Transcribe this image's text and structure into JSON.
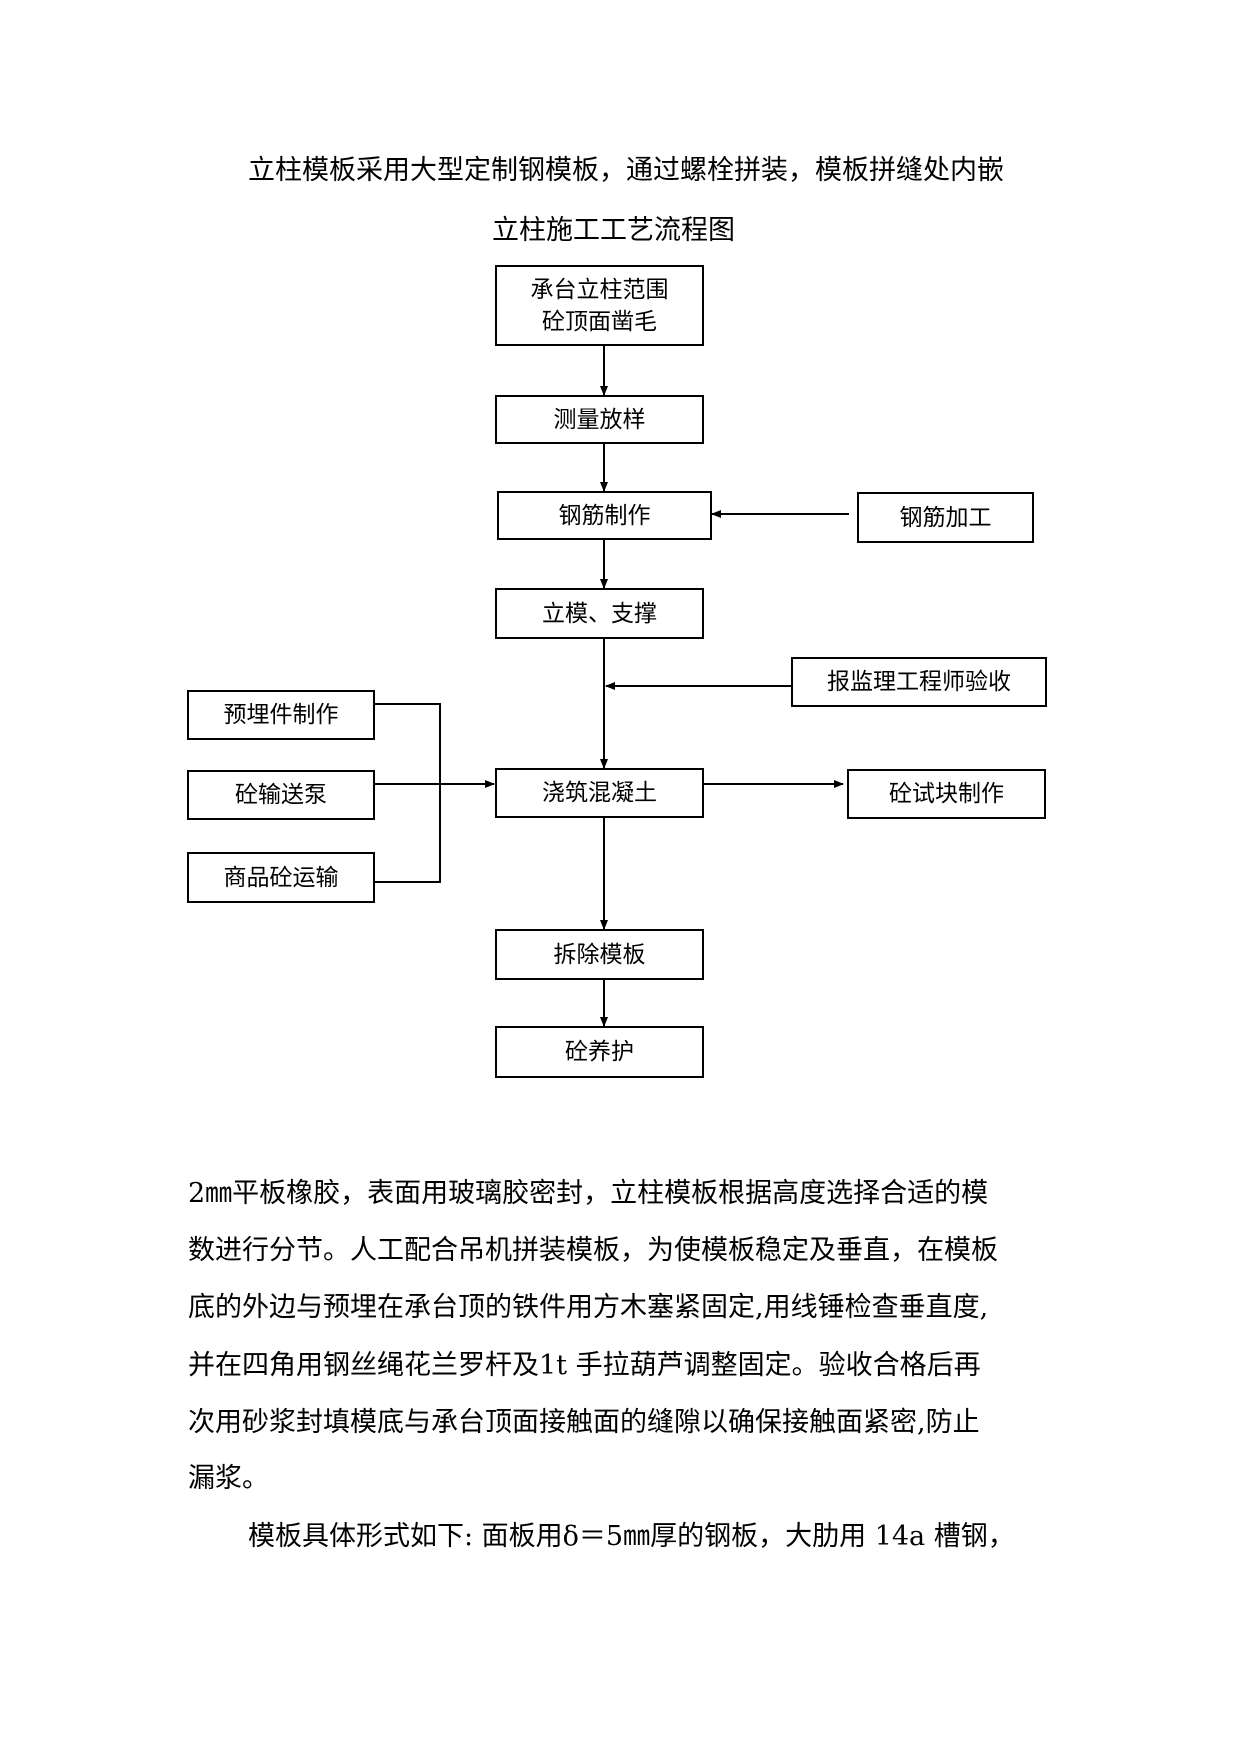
{
  "paragraph_intro": "立柱模板采用大型定制钢模板，通过螺栓拼装，模板拼缝处内嵌",
  "figure_caption": "立柱施工工艺流程图",
  "flowchart": {
    "boxes": {
      "b1": {
        "line1": "承台立柱范围",
        "line2": "砼顶面凿毛"
      },
      "b2": "测量放样",
      "b3": "钢筋制作",
      "b4": "钢筋加工",
      "b5": "立模、支撑",
      "b6": "报监理工程师验收",
      "b7": "预埋件制作",
      "b8": "砼输送泵",
      "b9": "商品砼运输",
      "b10": "浇筑混凝土",
      "b11": "砼试块制作",
      "b12": "拆除模板",
      "b13": "砼养护"
    }
  },
  "body_lines": [
    "2㎜平板橡胶，表面用玻璃胶密封，立柱模板根据高度选择合适的模",
    "数进行分节。人工配合吊机拼装模板，为使模板稳定及垂直，在模板",
    "底的外边与预埋在承台顶的铁件用方木塞紧固定,用线锤检查垂直度,",
    "并在四角用钢丝绳花兰罗杆及1t 手拉葫芦调整固定。验收合格后再",
    "次用砂浆封填模底与承台顶面接触面的缝隙以确保接触面紧密,防止",
    "漏浆。"
  ],
  "last_paragraph": "模板具体形式如下: 面板用δ＝5㎜厚的钢板，大肋用 14a 槽钢，"
}
